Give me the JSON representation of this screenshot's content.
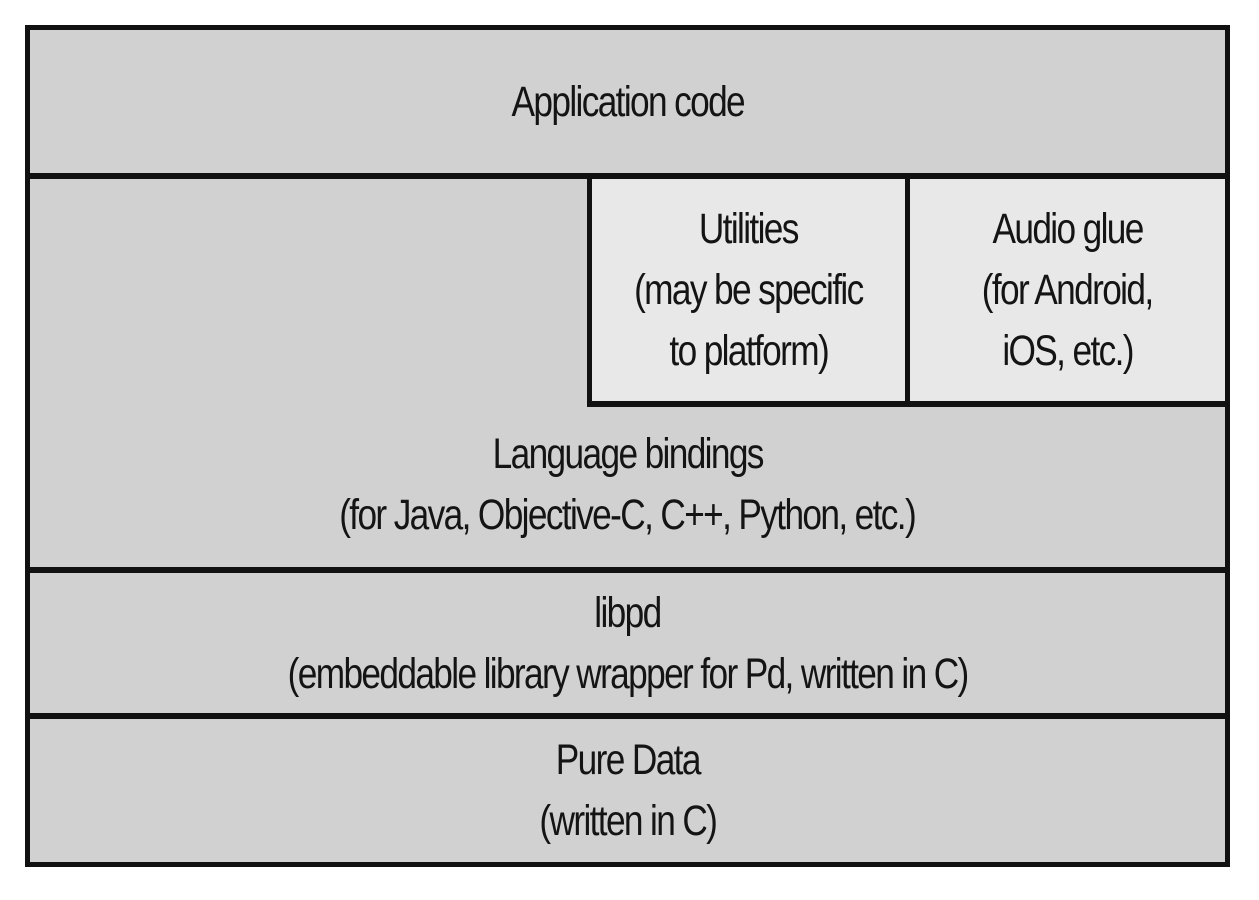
{
  "layers": {
    "application": {
      "line1": "Application code"
    },
    "utilities": {
      "line1": "Utilities",
      "line2": "(may be specific",
      "line3": "to platform)"
    },
    "audio_glue": {
      "line1": "Audio glue",
      "line2": "(for Android,",
      "line3": "iOS, etc.)"
    },
    "language_bindings": {
      "line1": "Language bindings",
      "line2": "(for Java,  Objective-C, C++, Python, etc.)"
    },
    "libpd": {
      "line1": "libpd",
      "line2": "(embeddable library wrapper for Pd, written in C)"
    },
    "pure_data": {
      "line1": "Pure Data",
      "line2": "(written in C)"
    }
  },
  "colors": {
    "layer_fill": "#d1d1d1",
    "highlight_fill": "#e8e8e8",
    "border": "#111111",
    "text": "#141414"
  }
}
